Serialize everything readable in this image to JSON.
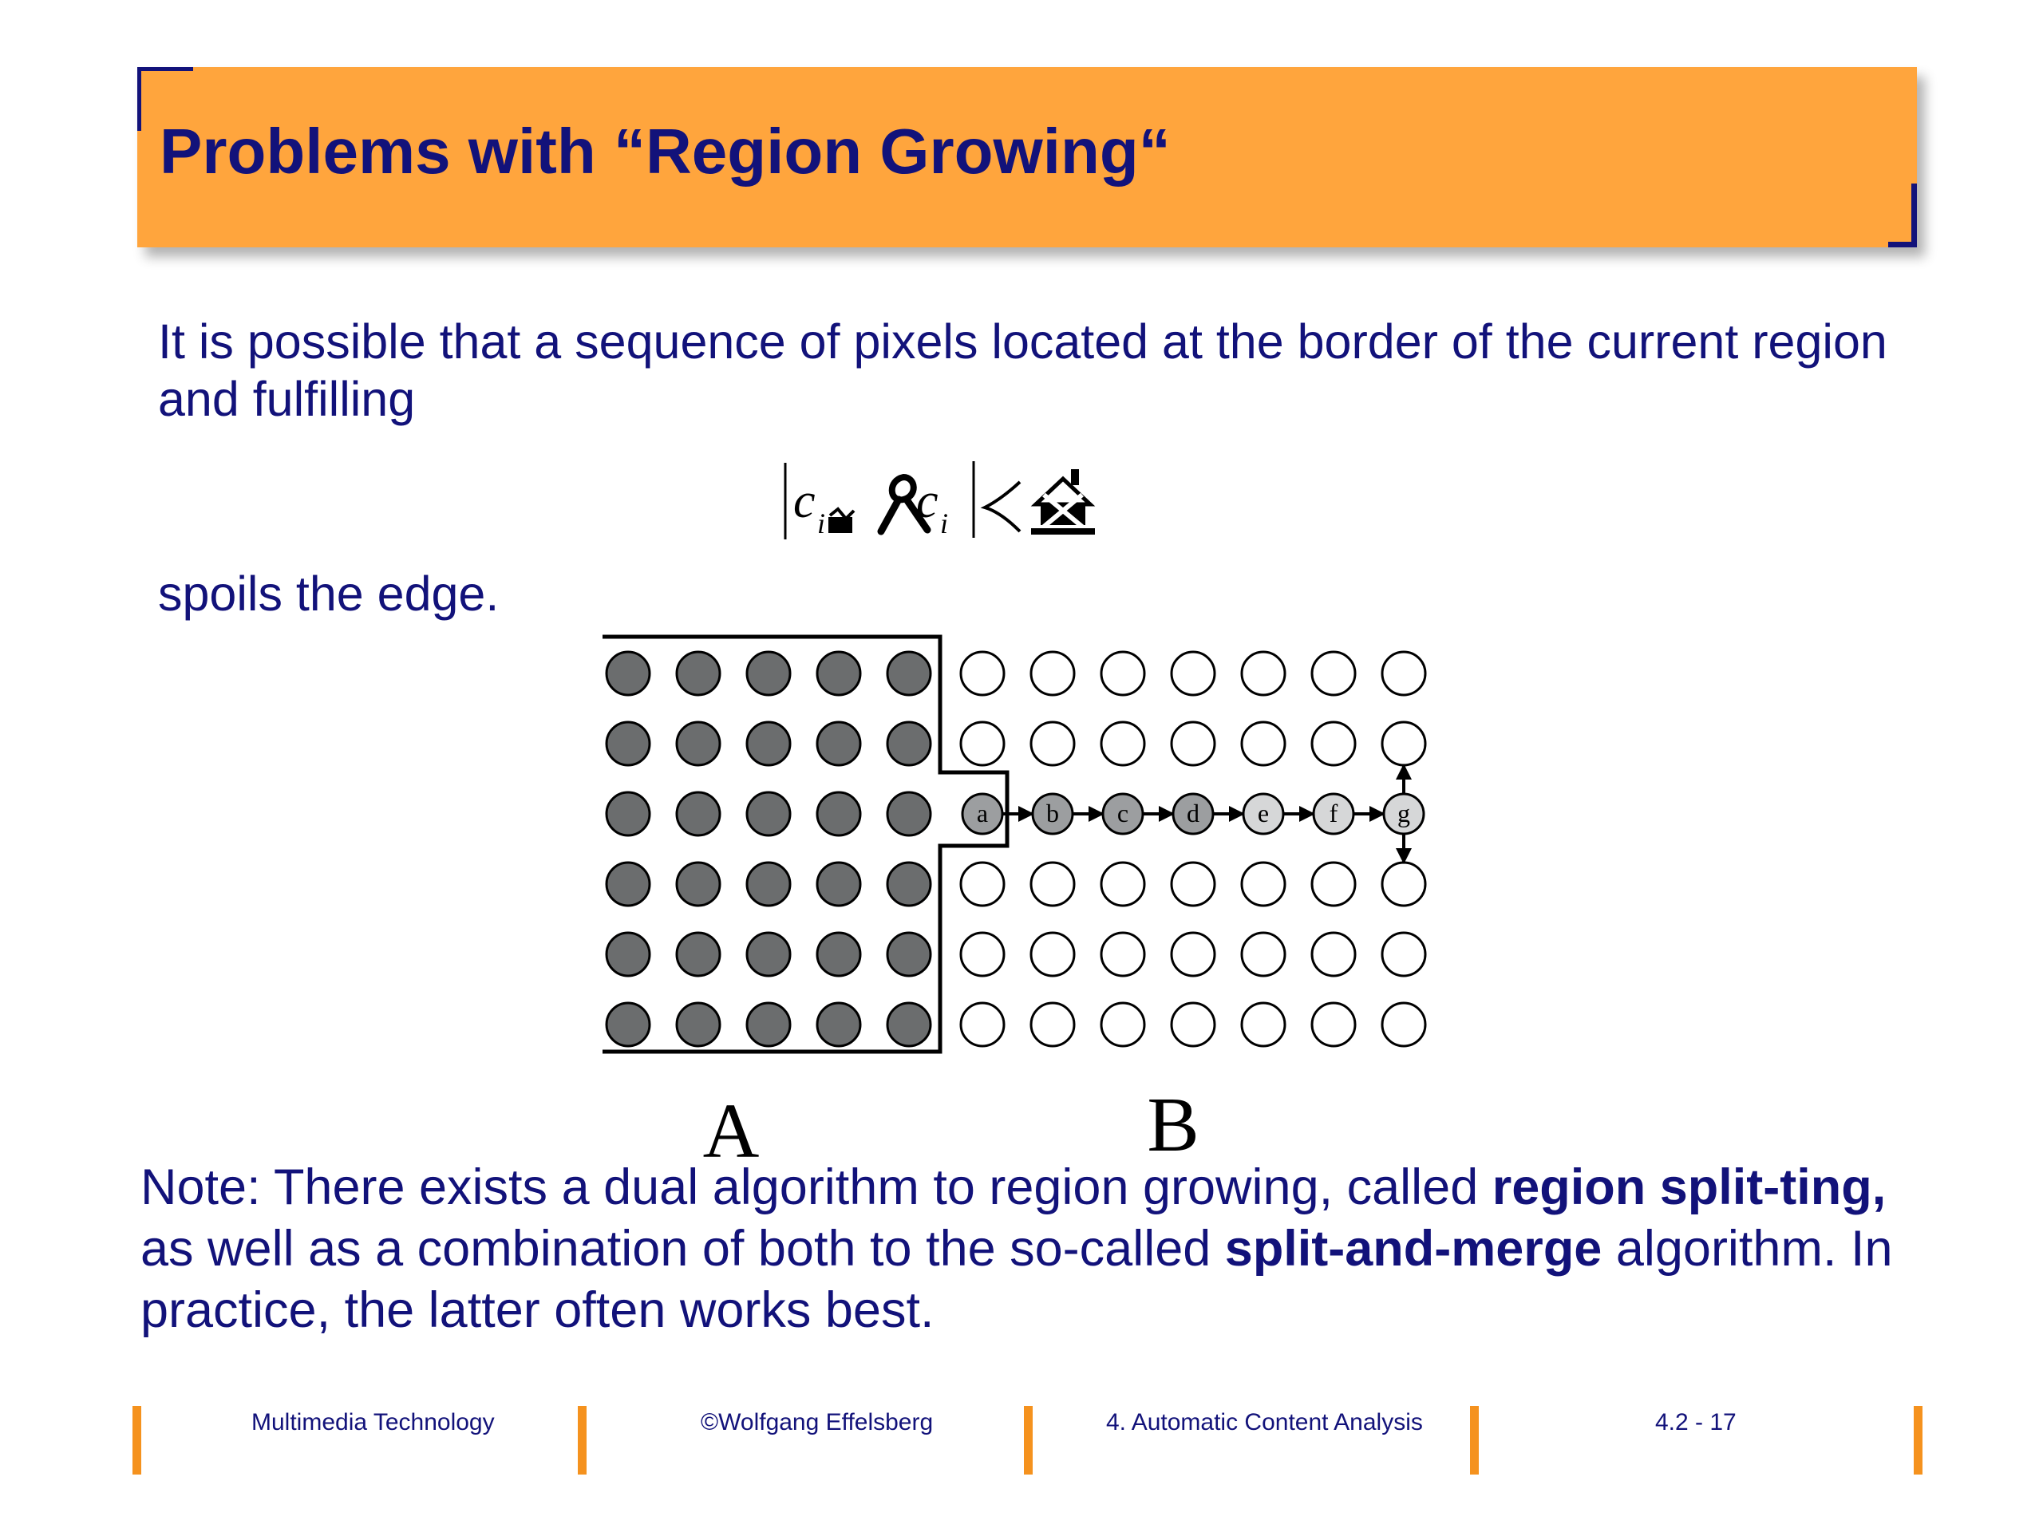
{
  "slide": {
    "title": "Problems with “Region Growing“",
    "intro_text": "It is possible that a sequence of pixels located at the border of the current region and fulfilling",
    "formula": {
      "c1": "c",
      "sub1": "i",
      "c2": "c",
      "sub2": "i"
    },
    "after_text": "spoils the edge."
  },
  "figure": {
    "region_a_label": "A",
    "region_b_label": "B",
    "chain_labels": [
      "a",
      "b",
      "c",
      "d",
      "e",
      "f",
      "g"
    ],
    "dark_color": "#6b6d6e",
    "chain_color": "#9c9ea0",
    "chain_light_color": "#d6d7d8"
  },
  "note": {
    "part1": "Note: There exists a dual algorithm to region growing, called ",
    "bold1": "region split-ting,",
    "part2": " as well as a combination of both to the so-called ",
    "bold2": "split-and-merge",
    "part3": " algorithm. In practice, the latter often works best."
  },
  "footer": {
    "course": "Multimedia Technology",
    "author": "©Wolfgang Effelsberg",
    "chapter": "4. Automatic Content Analysis",
    "page": "4.2 - 17",
    "bar_color": "#f5921e"
  }
}
